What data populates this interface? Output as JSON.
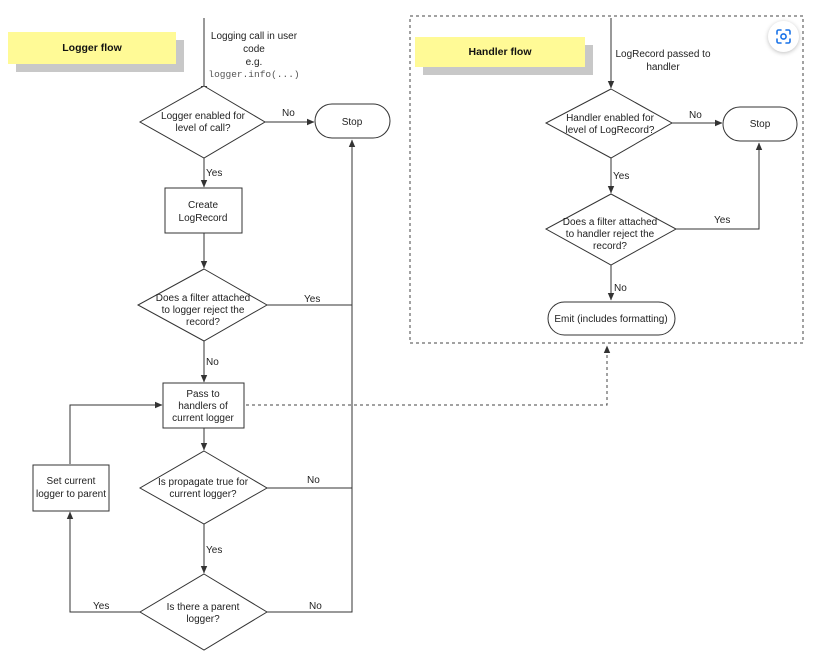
{
  "logger_flow": {
    "title": "Logger flow",
    "entry": [
      "Logging call in user",
      "code",
      "e.g.",
      "logger.info(...)"
    ],
    "logger_enabled": [
      "Logger enabled for",
      "level of call?"
    ],
    "stop": "Stop",
    "create_record": [
      "Create",
      "LogRecord"
    ],
    "filter_reject": [
      "Does a filter attached",
      "to logger reject the",
      "record?"
    ],
    "pass_handlers": [
      "Pass to",
      "handlers of",
      "current logger"
    ],
    "propagate": [
      "Is propagate true for",
      "current logger?"
    ],
    "parent": [
      "Is there a parent",
      "logger?"
    ],
    "set_parent": [
      "Set current",
      "logger to parent"
    ]
  },
  "handler_flow": {
    "title": "Handler flow",
    "entry": [
      "LogRecord passed to",
      "handler"
    ],
    "handler_enabled": [
      "Handler enabled for",
      "level of LogRecord?"
    ],
    "stop": "Stop",
    "filter_reject": [
      "Does a filter attached",
      "to handler reject the",
      "record?"
    ],
    "emit": "Emit (includes formatting)"
  },
  "labels": {
    "yes": "Yes",
    "no": "No"
  },
  "icons": {
    "lens": "visual-search-icon"
  },
  "colors": {
    "title_band": "#fffa96",
    "title_shadow": "#c8c8c8",
    "lens_accent": "#1a73e8"
  }
}
